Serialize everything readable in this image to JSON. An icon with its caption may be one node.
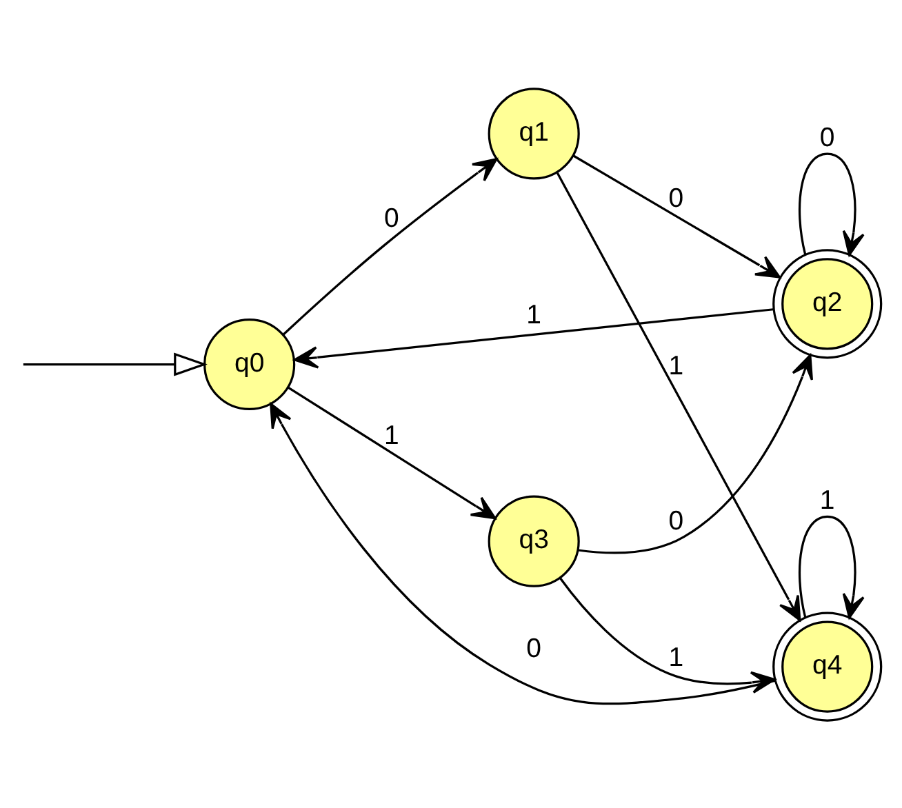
{
  "diagram": {
    "nodes": [
      {
        "text": [
          "q0"
        ]
      },
      {
        "text": [
          "q1"
        ]
      },
      {
        "text": [
          "q2"
        ]
      },
      {
        "text": [
          "q3"
        ]
      },
      {
        "text": [
          "q4"
        ]
      }
    ],
    "edges": [
      {
        "from": null,
        "to": 0,
        "arrow": "to"
      },
      {
        "from": 0,
        "to": 1,
        "arrow": "to",
        "label": "0"
      },
      {
        "from": 1,
        "to": 2,
        "arrow": "to",
        "label": "0"
      },
      {
        "from": 2,
        "to": 2,
        "arrow": "to",
        "label": "0"
      },
      {
        "from": 2,
        "to": 0,
        "arrow": "to",
        "label": "1"
      },
      {
        "from": 1,
        "to": 4,
        "arrow": "to",
        "label": "1"
      },
      {
        "from": 0,
        "to": 3,
        "arrow": "to",
        "label": "1"
      },
      {
        "from": 3,
        "to": 2,
        "arrow": "to",
        "label": "0"
      },
      {
        "from": 3,
        "to": 4,
        "arrow": "to",
        "label": "1"
      },
      {
        "from": 4,
        "to": 4,
        "arrow": "to",
        "label": "1"
      },
      {
        "from": 4,
        "to": 0,
        "arrow": "to",
        "label": "0"
      }
    ]
  }
}
